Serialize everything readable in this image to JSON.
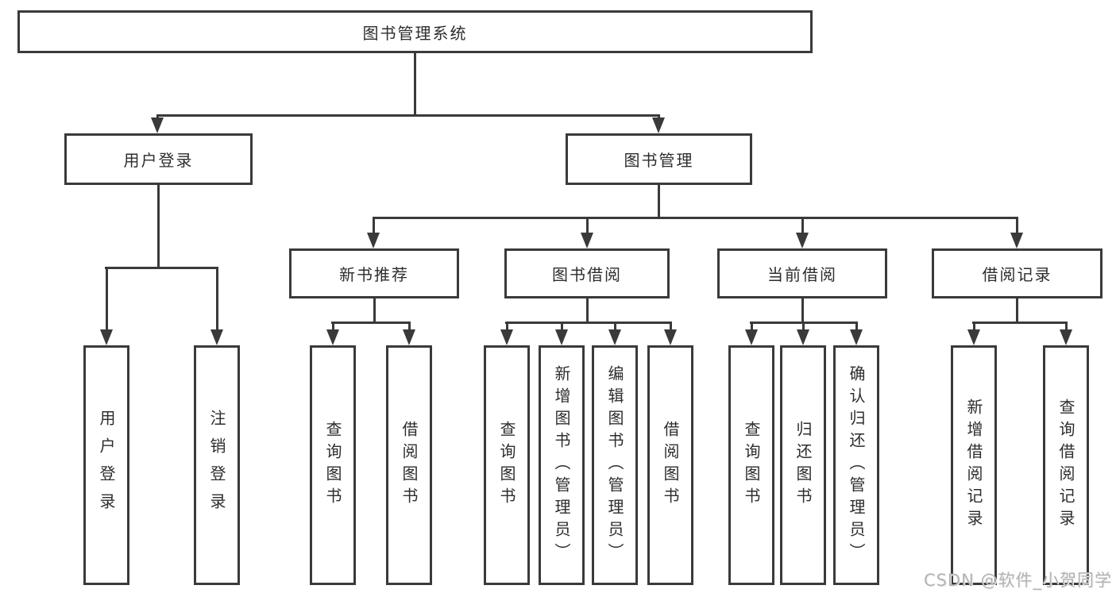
{
  "diagram_title": "图书管理系统",
  "tree": {
    "root": {
      "label": "图书管理系统",
      "children": [
        {
          "label": "用户登录",
          "children": [
            {
              "label": "用户登录"
            },
            {
              "label": "注销登录"
            }
          ]
        },
        {
          "label": "图书管理",
          "children": [
            {
              "label": "新书推荐",
              "children": [
                {
                  "label": "查询图书"
                },
                {
                  "label": "借阅图书"
                }
              ]
            },
            {
              "label": "图书借阅",
              "children": [
                {
                  "label": "查询图书"
                },
                {
                  "label": "新增图书（管理员）"
                },
                {
                  "label": "编辑图书（管理员）"
                },
                {
                  "label": "借阅图书"
                }
              ]
            },
            {
              "label": "当前借阅",
              "children": [
                {
                  "label": "查询图书"
                },
                {
                  "label": "归还图书"
                },
                {
                  "label": "确认归还（管理员）"
                }
              ]
            },
            {
              "label": "借阅记录",
              "children": [
                {
                  "label": "新增借阅记录"
                },
                {
                  "label": "查询借阅记录"
                }
              ]
            }
          ]
        }
      ]
    }
  },
  "watermark": "CSDN @软件_小贺同学",
  "colors": {
    "line": "#3a3a3a",
    "text": "#2d2d2d",
    "watermark": "#b3b3b3",
    "background": "#ffffff"
  }
}
